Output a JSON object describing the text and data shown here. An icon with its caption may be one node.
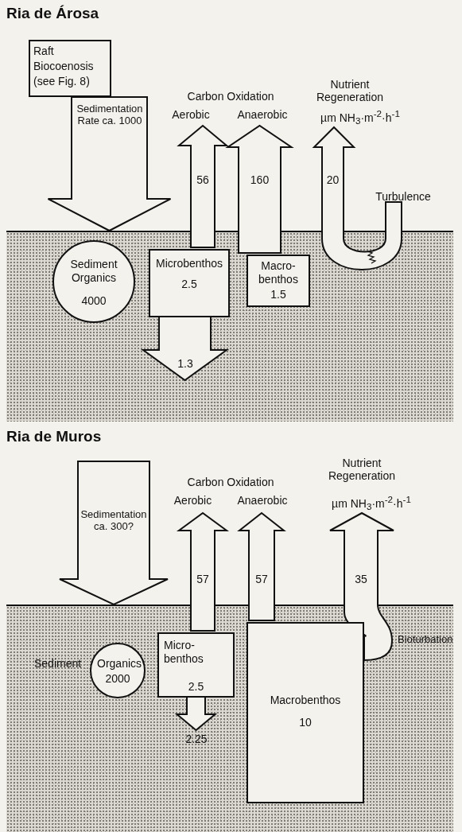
{
  "diagram": {
    "nodes": [
      {
        "text": [
          "Raft Biocoenosis (see Fig. 8)"
        ]
      },
      {
        "text": [],
        "shape": "band"
      },
      {
        "text": [
          "Sediment Organics",
          "4000"
        ],
        "in": 1
      },
      {
        "text": [
          "Microbenthos",
          "2.5"
        ],
        "in": 1
      },
      {
        "text": [
          "Macro- benthos",
          "1.5"
        ],
        "in": 1
      },
      {
        "text": [
          "Turbulence"
        ]
      },
      {
        "text": [],
        "shape": "band"
      },
      {
        "text": [
          "Sediment Organics",
          "2000"
        ],
        "in": 6
      },
      {
        "text": [
          "Micro- benthos",
          "2.5"
        ],
        "in": 6
      },
      {
        "text": [
          "Macrobenthos",
          "10"
        ],
        "in": 6
      }
    ],
    "edges": [
      {
        "from": 0,
        "to": 1,
        "arrow": "to",
        "label": "Sedimentation Rate ca. 1000"
      },
      {
        "from": 3,
        "to": null,
        "arrow": "to",
        "label": "56"
      },
      {
        "from": 4,
        "to": null,
        "arrow": "to",
        "label": "160"
      },
      {
        "from": 5,
        "to": null,
        "arrow": "to",
        "label": "20"
      },
      {
        "from": 3,
        "to": null,
        "arrow": "to",
        "label": "1.3"
      },
      {
        "from": null,
        "to": 6,
        "arrow": "to",
        "label": "Sedimentation ca. 300?"
      },
      {
        "from": 8,
        "to": null,
        "arrow": "to",
        "label": "57"
      },
      {
        "from": 9,
        "to": null,
        "arrow": "to",
        "label": "57"
      },
      {
        "from": 9,
        "to": null,
        "arrow": "to",
        "label": "35"
      },
      {
        "from": 8,
        "to": null,
        "arrow": "to",
        "label": "2.25"
      }
    ],
    "labels": [
      "Ria de Árosa",
      "Nutrient Regeneration",
      "Carbon Oxidation",
      "Aerobic",
      "Anaerobic",
      "µm NH$_{3}$·m$^{-2}$·h$^{-1}$",
      "Ria de Muros",
      "Nutrient Regeneration",
      "Carbon Oxidation",
      "Aerobic",
      "Anaerobic",
      "µm NH$_{3}$·m$^{-2}$·h$^{-1}$",
      "Bioturbation"
    ]
  }
}
